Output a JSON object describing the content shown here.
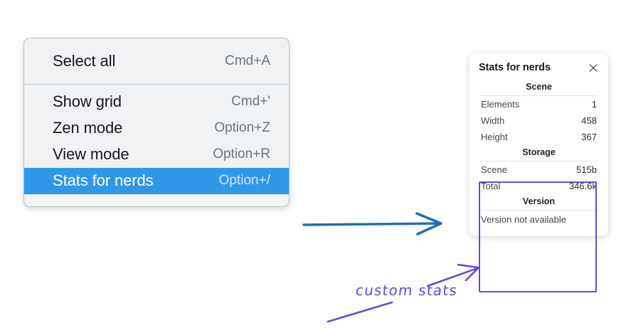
{
  "context_menu": {
    "name": "canvas-context-menu",
    "groups": [
      {
        "items": [
          {
            "label": "Select all",
            "shortcut": "Cmd+A",
            "selected": false
          }
        ]
      },
      {
        "items": [
          {
            "label": "Show grid",
            "shortcut": "Cmd+'",
            "selected": false
          },
          {
            "label": "Zen mode",
            "shortcut": "Option+Z",
            "selected": false
          },
          {
            "label": "View mode",
            "shortcut": "Option+R",
            "selected": false
          },
          {
            "label": "Stats for nerds",
            "shortcut": "Option+/",
            "selected": true
          }
        ]
      }
    ]
  },
  "stats_panel": {
    "title": "Stats for nerds",
    "close_icon": "close-icon",
    "sections": [
      {
        "title": "Scene",
        "rows": [
          {
            "label": "Elements",
            "value": "1"
          },
          {
            "label": "Width",
            "value": "458"
          },
          {
            "label": "Height",
            "value": "367"
          }
        ]
      },
      {
        "title": "Storage",
        "rows": [
          {
            "label": "Scene",
            "value": "515b"
          },
          {
            "label": "Total",
            "value": "346.6k"
          }
        ]
      },
      {
        "title": "Version",
        "note": "Version not available"
      }
    ]
  },
  "annotations": {
    "handwritten_label": "custom stats",
    "blue_arrow_color": "#1f6fb2",
    "purple_color": "#6b48d4",
    "highlight_box_color": "#6b48d4"
  },
  "colors": {
    "menu_background": "#f0f2f4",
    "menu_border": "#b8c0c8",
    "menu_selected": "#2f97e8",
    "panel_background": "#ffffff",
    "accent_purple": "#6b48d4",
    "accent_blue": "#1f6fb2"
  }
}
